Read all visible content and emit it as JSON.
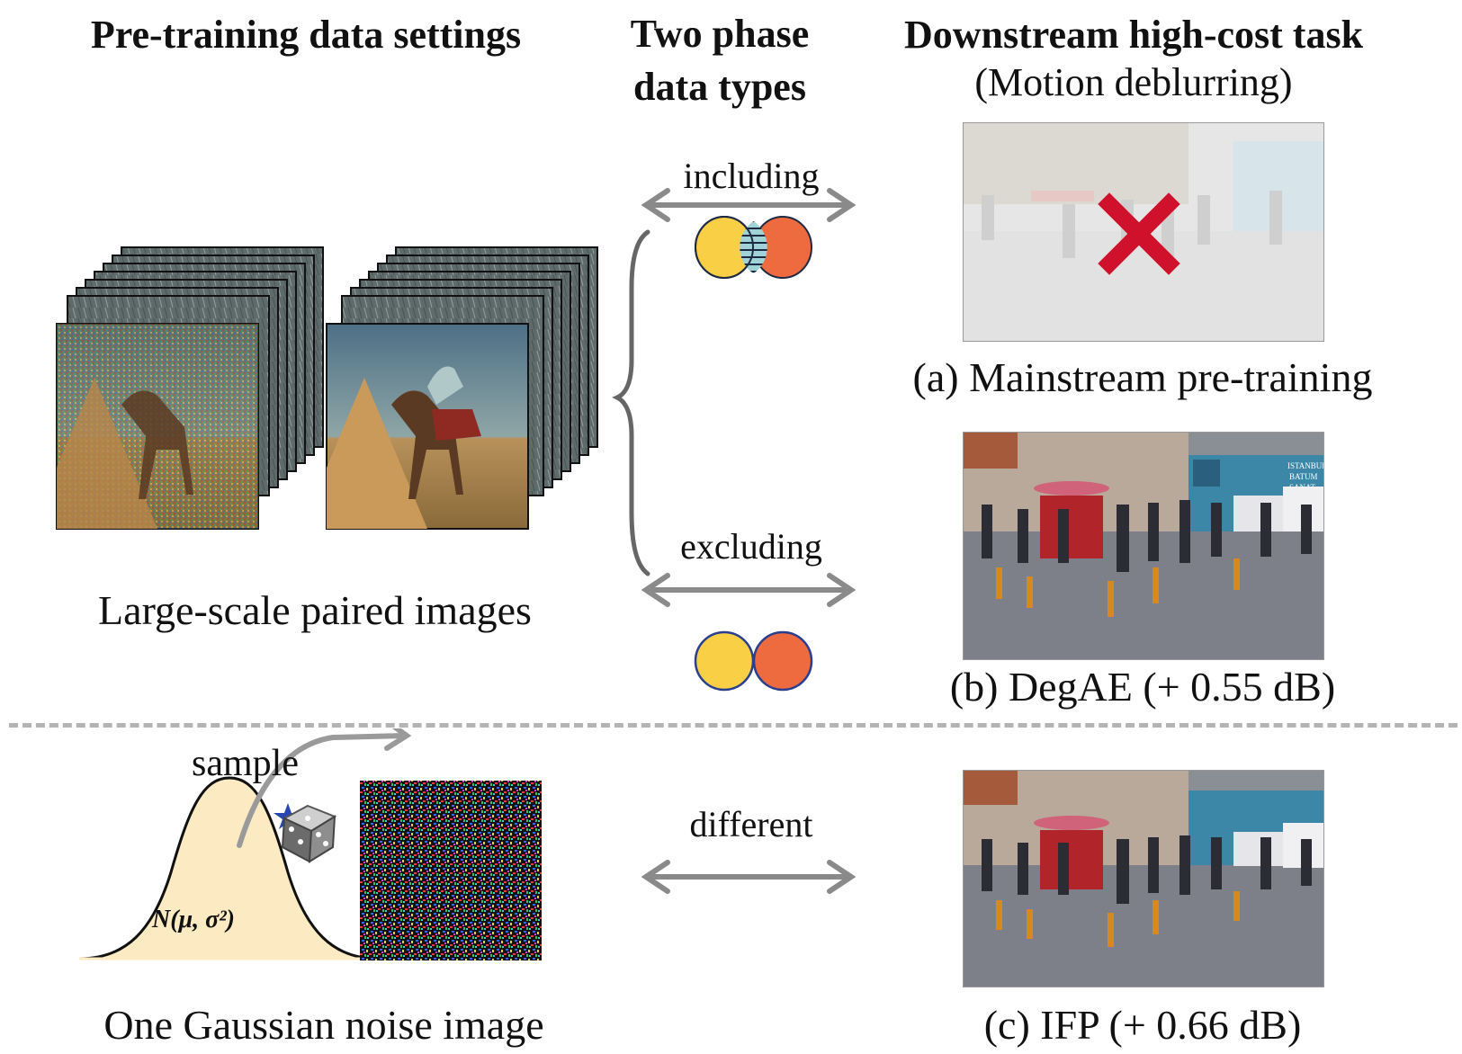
{
  "headers": {
    "pretraining": "Pre-training data settings",
    "two_phase_line1": "Two phase",
    "two_phase_line2": "data types",
    "downstream": "Downstream high-cost task",
    "downstream_sub": "(Motion deblurring)"
  },
  "left": {
    "paired_caption": "Large-scale paired images",
    "noise_caption": "One Gaussian noise image",
    "sample_label": "sample",
    "gaussian_formula": "N(μ, σ²)"
  },
  "middle": {
    "including": "including",
    "excluding": "excluding",
    "different": "different"
  },
  "right": {
    "caption_a": "(a) Mainstream pre-training",
    "caption_b": "(b) DegAE (+ 0.55 dB)",
    "caption_c": "(c) IFP (+ 0.66 dB)",
    "sign_text_1": "ISTANBUL",
    "sign_text_2": "BATUM",
    "sign_text_3": "SANAT"
  },
  "colors": {
    "yellow_circle": "#F9CF45",
    "orange_circle": "#EE6B3F",
    "overlap_fill": "#9FD3D6",
    "cross_red": "#D0112B",
    "gaussian_fill": "#FCEBC2",
    "arrow_gray": "#8A8A8A"
  }
}
